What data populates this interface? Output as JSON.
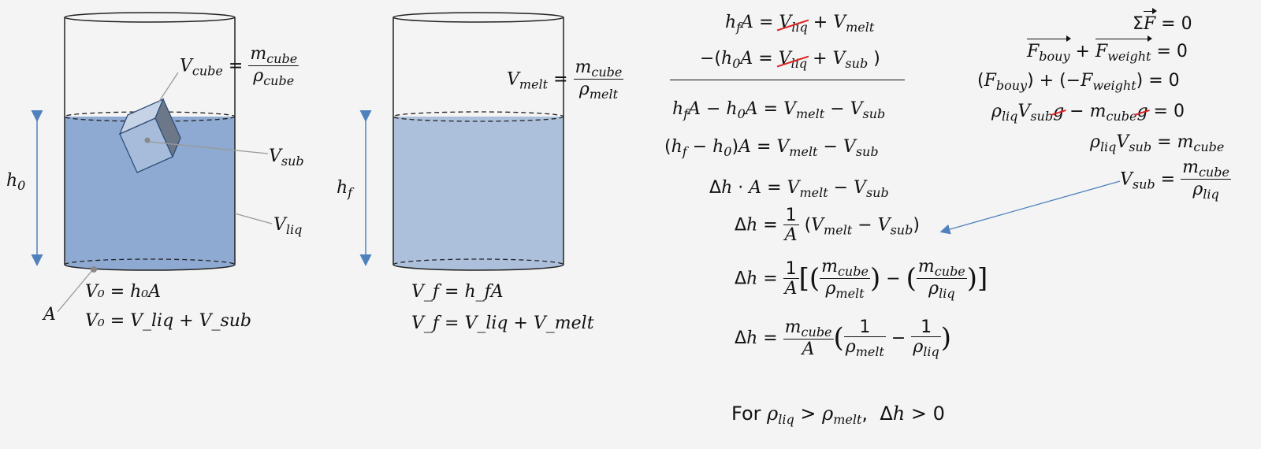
{
  "diagram": {
    "left_container": {
      "height_label": "h",
      "height_sub": "0",
      "area_label": "A",
      "vol_cube_label": "V",
      "vol_cube_sub": "cube",
      "vol_cube_num": "m",
      "vol_cube_num_sub": "cube",
      "vol_cube_den": "ρ",
      "vol_cube_den_sub": "cube",
      "vol_sub_label": "V",
      "vol_sub_sub": "sub",
      "vol_liq_label": "V",
      "vol_liq_sub": "liq",
      "eq1": "V₀ = h₀A",
      "eq2": "V₀ = V_liq + V_sub"
    },
    "right_container": {
      "height_label": "h",
      "height_sub": "f",
      "vol_melt_label": "V",
      "vol_melt_sub": "melt",
      "vol_melt_num": "m",
      "vol_melt_num_sub": "cube",
      "vol_melt_den": "ρ",
      "vol_melt_den_sub": "melt",
      "eq1": "V_f = h_fA",
      "eq2": "V_f = V_liq + V_melt"
    },
    "derivation": [
      "h_fA = V_liq + V_melt",
      "−(h₀A = V_liq + V_sub)",
      "h_fA − h₀A = V_melt − V_sub",
      "(h_f − h₀)A = V_melt − V_sub",
      "Δh · A = V_melt − V_sub",
      "Δh = 1/A (V_melt − V_sub)",
      "Δh = 1/A [(m_cube/ρ_melt) − (m_cube/ρ_liq)]",
      "Δh = m_cube/A (1/ρ_melt − 1/ρ_liq)"
    ],
    "forces": [
      "ΣF = 0",
      "F_bouy + F_weight = 0",
      "(F_bouy) + (−F_weight) = 0",
      "ρ_liq V_sub g − m_cube g = 0",
      "ρ_liq V_sub = m_cube",
      "V_sub = m_cube / ρ_liq"
    ],
    "conclusion_prefix": "For",
    "conclusion": "ρ_liq > ρ_melt,  Δh > 0",
    "colors": {
      "water_left": "#8eaad2",
      "water_right": "#acc0dc",
      "arrow": "#4f81bd",
      "cancel": "#dd2222",
      "stroke": "#222222"
    }
  }
}
